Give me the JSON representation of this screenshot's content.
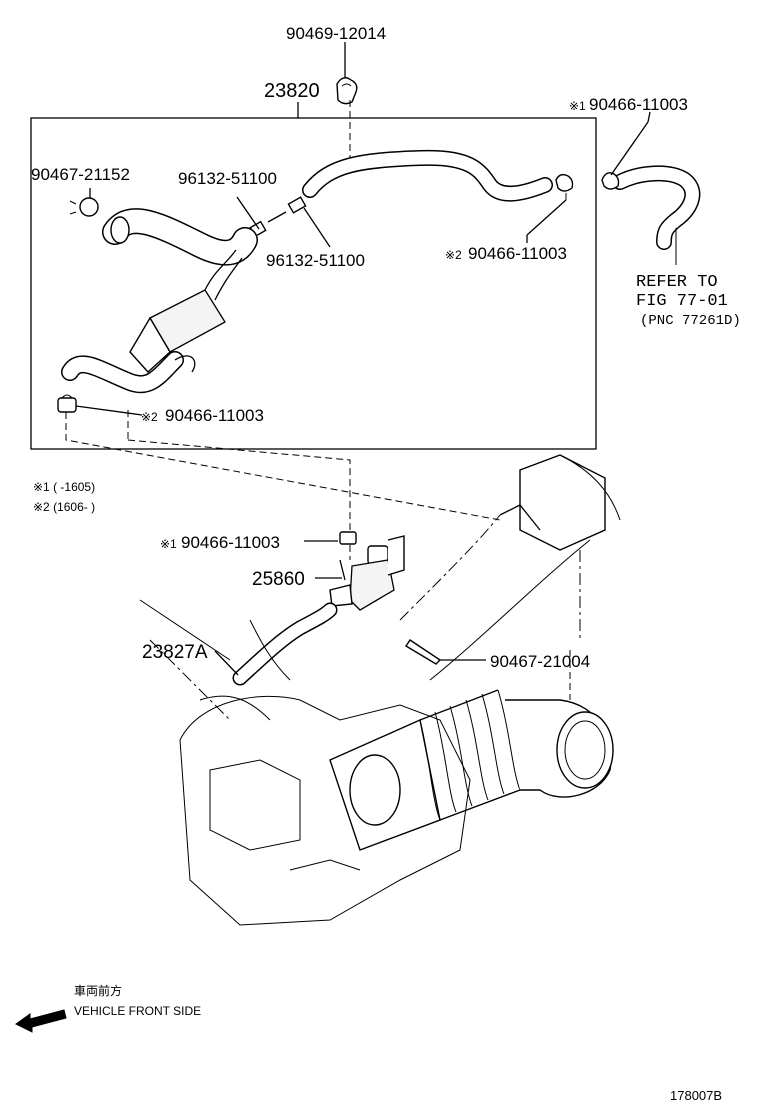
{
  "labels": {
    "p90469_12014": "90469-12014",
    "p23820": "23820",
    "p90466_11003_top": "90466-11003",
    "p90467_21152": "90467-21152",
    "p96132_51100_a": "96132-51100",
    "p96132_51100_b": "96132-51100",
    "p90466_11003_right": "90466-11003",
    "p90466_11003_left": "90466-11003",
    "p90466_11003_mid": "90466-11003",
    "p25860": "25860",
    "p23827A": "23827A",
    "p90467_21004": "90467-21004"
  },
  "marks": {
    "m1": "※1",
    "m2": "※2"
  },
  "notes": {
    "note1": "※1 (        -1605)",
    "note2": "※2 (1606-        )"
  },
  "refer": {
    "line1": "REFER TO",
    "line2": "FIG 77-01",
    "line3": "(PNC 77261D)"
  },
  "direction": {
    "jp": "車両前方",
    "en": "VEHICLE FRONT SIDE"
  },
  "figure_id": "178007B"
}
